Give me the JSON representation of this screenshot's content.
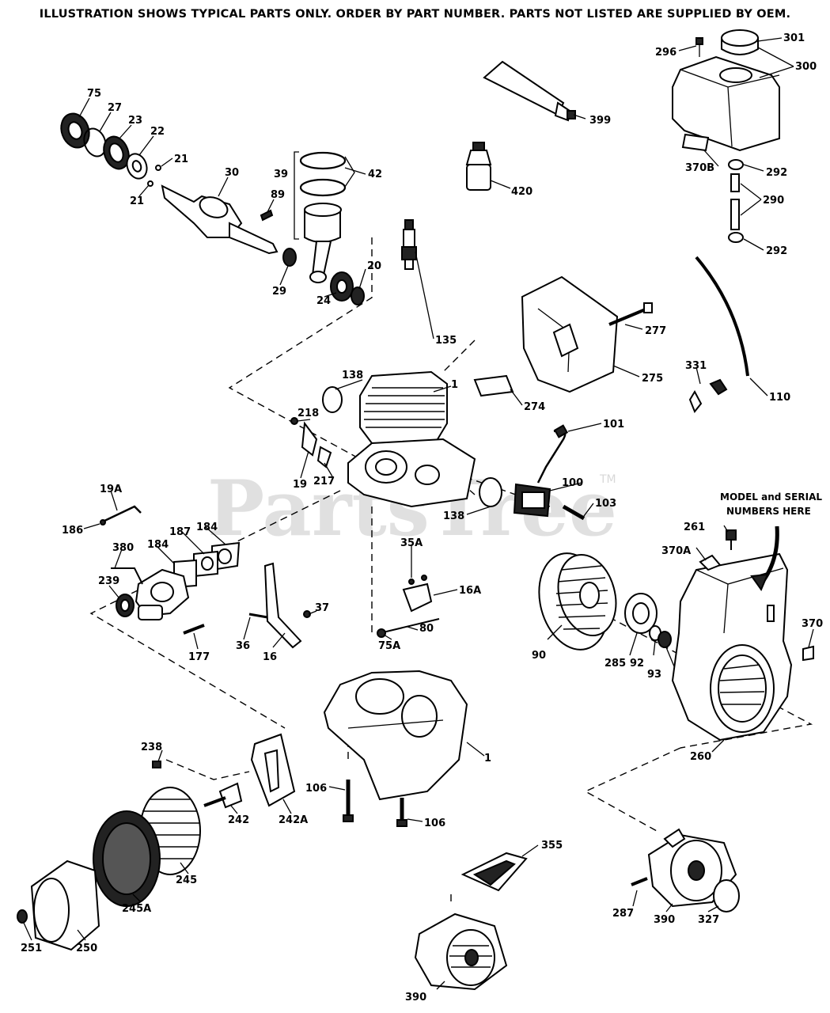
{
  "header": {
    "notice": "ILLUSTRATION SHOWS TYPICAL PARTS ONLY. ORDER BY PART NUMBER. PARTS NOT LISTED ARE SUPPLIED BY OEM."
  },
  "watermark": {
    "text": "PartsTree",
    "trademark": "TM"
  },
  "callout": {
    "line1": "MODEL and SERIAL",
    "line2": "NUMBERS HERE"
  },
  "labels": {
    "p75": "75",
    "p27": "27",
    "p23": "23",
    "p22": "22",
    "p21a": "21",
    "p21b": "21",
    "p30": "30",
    "p89": "89",
    "p39": "39",
    "p42": "42",
    "p29": "29",
    "p24": "24",
    "p20": "20",
    "p399": "399",
    "p420": "420",
    "p296": "296",
    "p301": "301",
    "p300": "300",
    "p370b": "370B",
    "p292a": "292",
    "p290": "290",
    "p292b": "292",
    "p135": "135",
    "p277": "277",
    "p138a": "138",
    "p1a": "1",
    "p275": "275",
    "p274": "274",
    "p331": "331",
    "p110": "110",
    "p218": "218",
    "p19": "19",
    "p217": "217",
    "p101": "101",
    "p100": "100",
    "p103": "103",
    "p138b": "138",
    "p19a": "19A",
    "p186": "186",
    "p187": "187",
    "p184a": "184",
    "p380": "380",
    "p184b": "184",
    "p239": "239",
    "p177": "177",
    "p35a": "35A",
    "p16a": "16A",
    "p80": "80",
    "p75a": "75A",
    "p36": "36",
    "p37": "37",
    "p16": "16",
    "p261": "261",
    "p370a": "370A",
    "p370": "370",
    "p90": "90",
    "p285": "285",
    "p92": "92",
    "p93": "93",
    "p1b": "1",
    "p260": "260",
    "p238": "238",
    "p242": "242",
    "p242a": "242A",
    "p106a": "106",
    "p106b": "106",
    "p245": "245",
    "p245a": "245A",
    "p251": "251",
    "p250": "250",
    "p355": "355",
    "p390a": "390",
    "p287": "287",
    "p390b": "390",
    "p327": "327"
  }
}
